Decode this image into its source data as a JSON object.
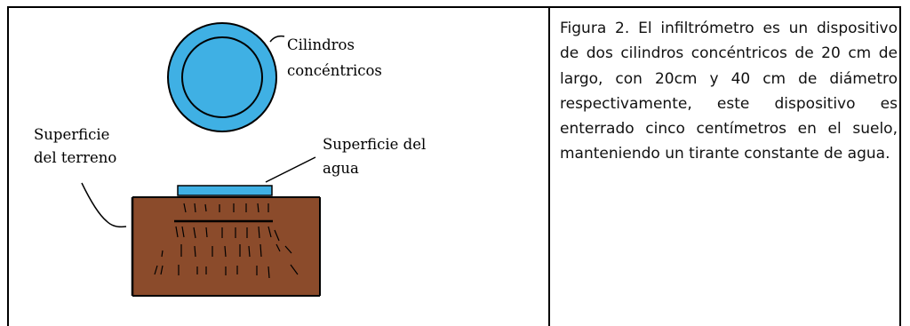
{
  "figure": {
    "labels": {
      "cilindros_line1": "Cilindros",
      "cilindros_line2": "concéntricos",
      "superficie_terreno_line1": "Superficie",
      "superficie_terreno_line2": "del terreno",
      "superficie_agua_line1": "Superficie del",
      "superficie_agua_line2": "agua"
    },
    "colors": {
      "cylinder_fill": "#3fb0e4",
      "cylinder_stroke": "#000000",
      "soil_fill": "#8b4b2b",
      "water_fill": "#3fb0e4"
    }
  },
  "caption": {
    "text": "Figura 2. El infiltrómetro es un dispositivo de dos cilindros concéntricos de 20 cm de largo, con 20cm y 40 cm de diámetro respectivamente, este dispositivo es enterrado cinco centímetros en el suelo, manteniendo un tirante constante de agua."
  }
}
